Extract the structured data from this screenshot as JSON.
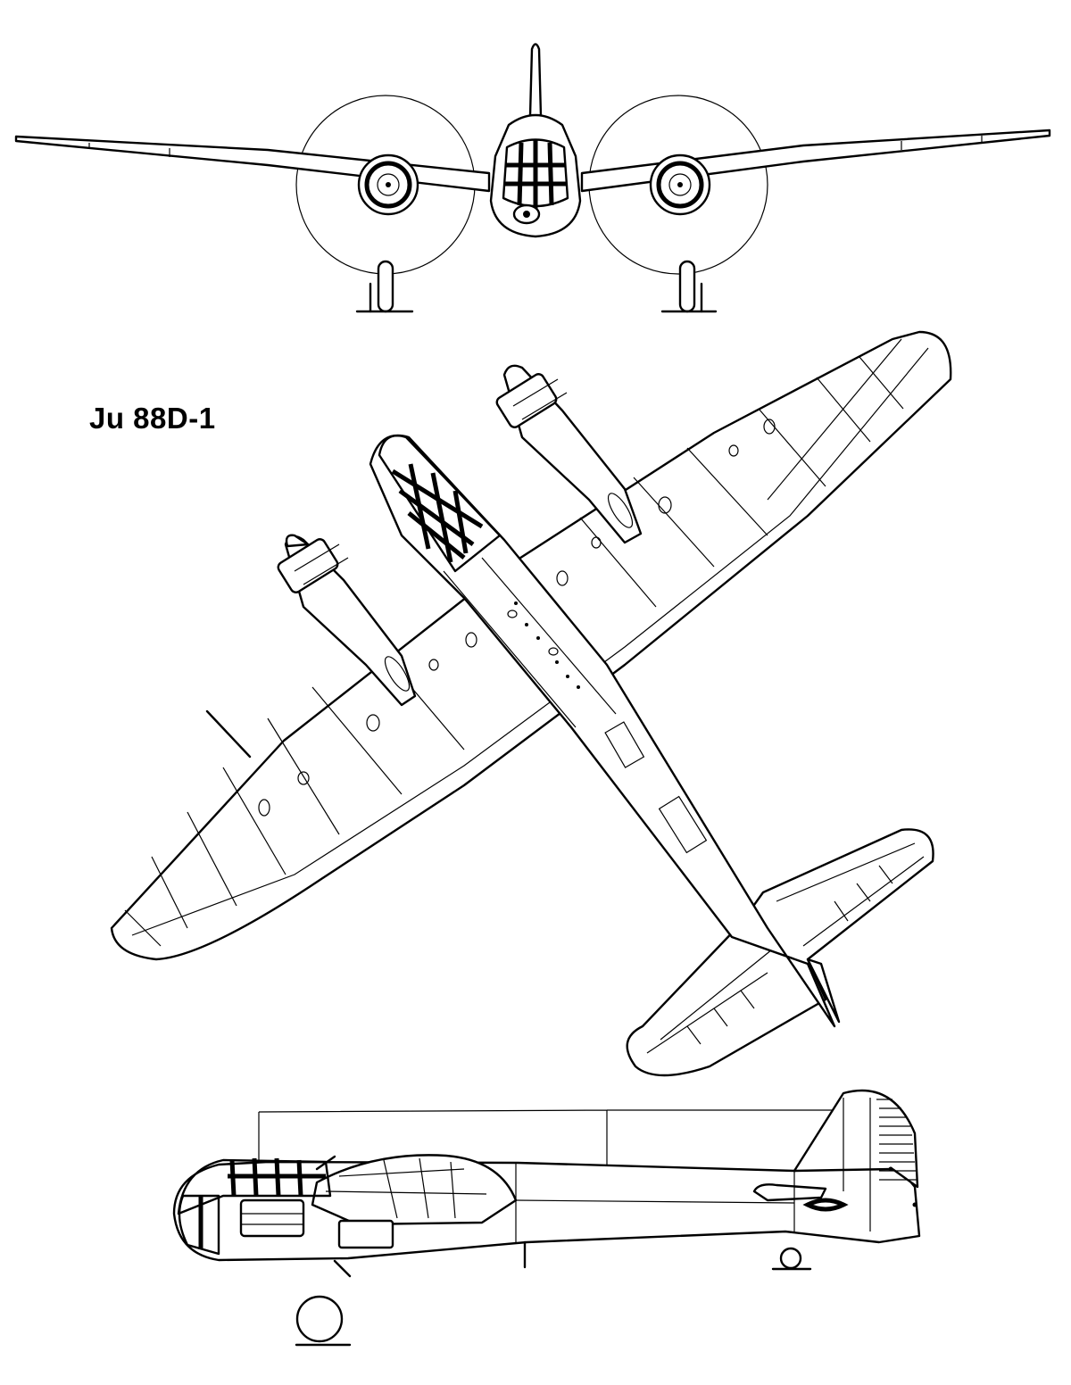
{
  "diagram": {
    "title": "Ju 88D-1",
    "colors": {
      "line": "#000000",
      "background": "#ffffff"
    },
    "views": [
      "front-view",
      "top-view",
      "side-view"
    ]
  }
}
